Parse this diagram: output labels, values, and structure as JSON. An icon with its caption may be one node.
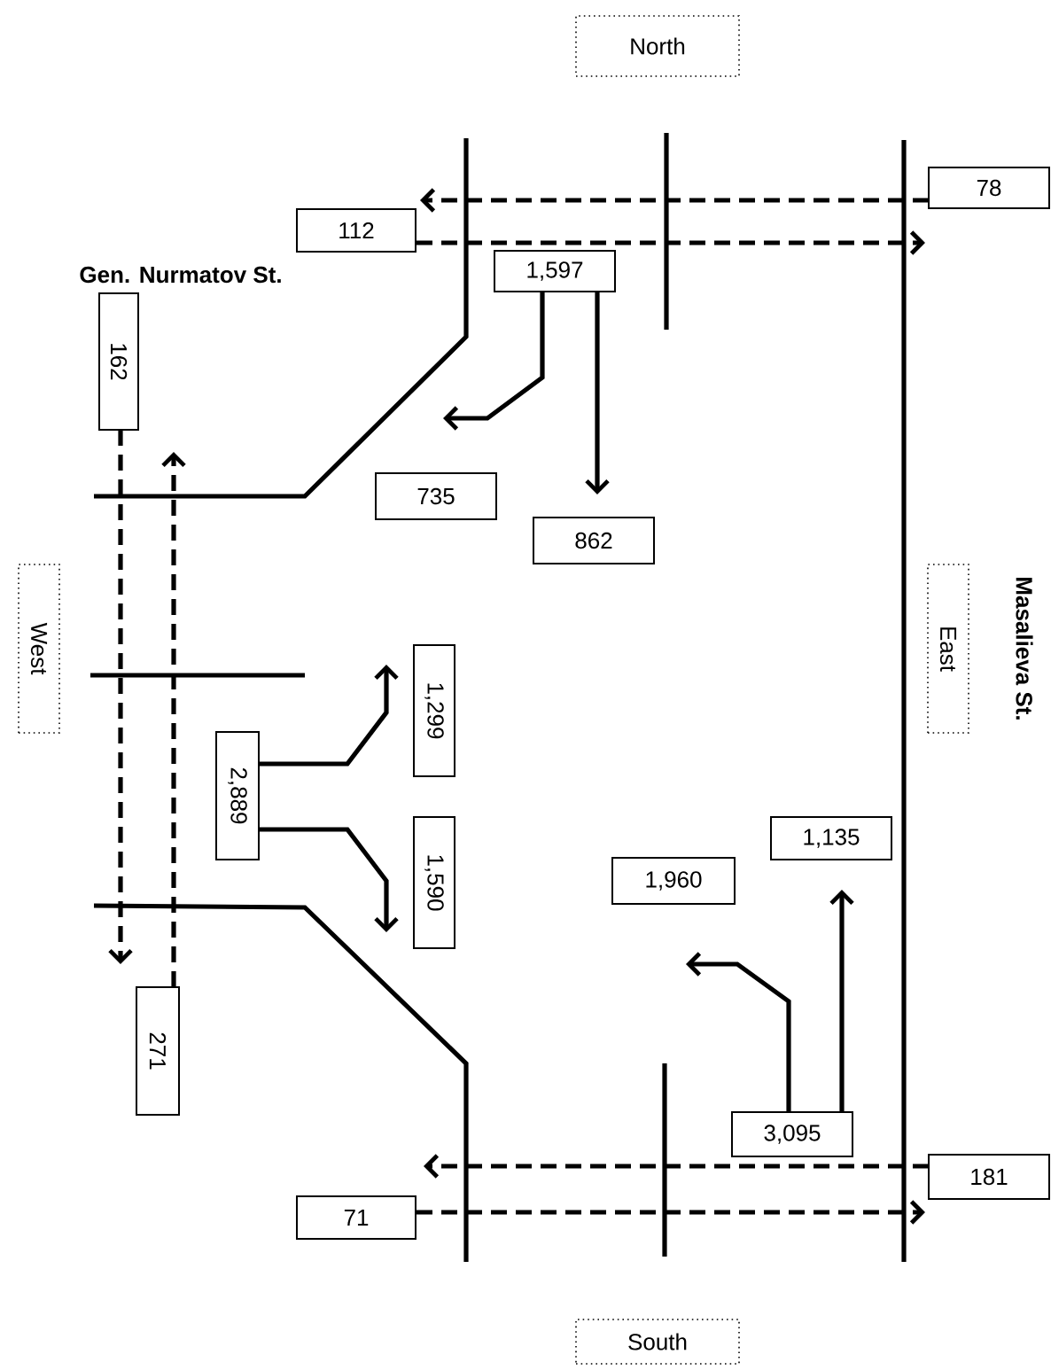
{
  "diagram": {
    "nodes": [
      {
        "text": [
          "North"
        ]
      },
      {
        "text": [
          "78"
        ]
      },
      {
        "text": [
          "112"
        ]
      },
      {
        "text": [
          "1,597"
        ]
      },
      {
        "text": [
          "162"
        ]
      },
      {
        "text": [
          "735"
        ]
      },
      {
        "text": [
          "862"
        ]
      },
      {
        "text": [
          "West"
        ]
      },
      {
        "text": [
          "East"
        ]
      },
      {
        "text": [
          "1,299"
        ]
      },
      {
        "text": [
          "2,889"
        ]
      },
      {
        "text": [
          "1,590"
        ]
      },
      {
        "text": [
          "1,135"
        ]
      },
      {
        "text": [
          "1,960"
        ]
      },
      {
        "text": [
          "271"
        ]
      },
      {
        "text": [
          "3,095"
        ]
      },
      {
        "text": [
          "181"
        ]
      },
      {
        "text": [
          "71"
        ]
      },
      {
        "text": [
          "South"
        ]
      }
    ],
    "edges": [
      {
        "from": 1,
        "to": 2,
        "arrow": "to",
        "style": "dashed"
      },
      {
        "from": 2,
        "to": null,
        "arrow": "to",
        "style": "dashed"
      },
      {
        "from": 3,
        "to": null,
        "arrow": "to"
      },
      {
        "from": 3,
        "to": null,
        "arrow": "to"
      },
      {
        "from": 4,
        "to": null,
        "arrow": "to",
        "style": "dashed"
      },
      {
        "from": 14,
        "to": null,
        "arrow": "to",
        "style": "dashed"
      },
      {
        "from": 10,
        "to": 9,
        "arrow": "to"
      },
      {
        "from": 10,
        "to": 11,
        "arrow": "to"
      },
      {
        "from": 15,
        "to": null,
        "arrow": "to"
      },
      {
        "from": 15,
        "to": null,
        "arrow": "to"
      },
      {
        "from": 16,
        "to": null,
        "arrow": "to",
        "style": "dashed"
      },
      {
        "from": 17,
        "to": 16,
        "arrow": "to",
        "style": "dashed"
      }
    ],
    "labels": [
      "Gen. Nurmatov St.",
      "Masalieva St."
    ]
  }
}
